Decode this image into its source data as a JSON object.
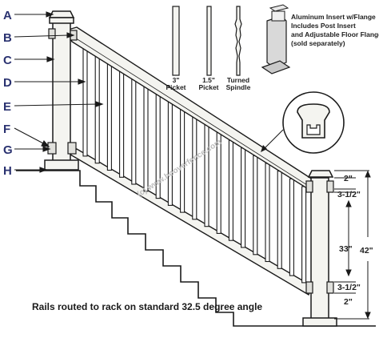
{
  "callouts": [
    "A",
    "B",
    "C",
    "D",
    "E",
    "F",
    "G",
    "H"
  ],
  "pickets": {
    "p1": "3\"",
    "p1b": "Picket",
    "p2": "1.5\"",
    "p2b": "Picket",
    "p3": "Turned",
    "p3b": "Spindle"
  },
  "insert_note": [
    "Aluminum Insert w/Flange",
    "Includes Post Insert",
    "and Adjustable Floor Flange",
    "(sold separately)"
  ],
  "dims": {
    "top": "2\"",
    "rail_top": "3-1/2\"",
    "mid": "33\"",
    "overall": "42\"",
    "rail_bot": "3-1/2\"",
    "bottom": "2\""
  },
  "watermark": "(c) www.hooverfence.com",
  "caption": "Rails routed to rack on standard 32.5 degree angle",
  "colors": {
    "callout": "#2a3270",
    "line": "#1a1a1a",
    "post": "#f4f4f0"
  }
}
